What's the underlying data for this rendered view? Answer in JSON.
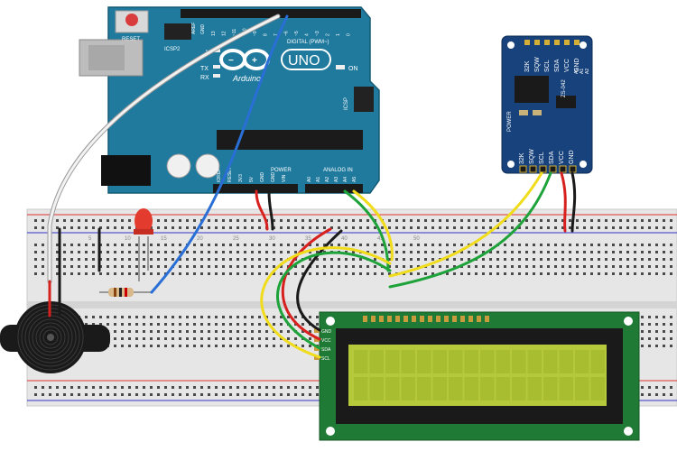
{
  "arduino": {
    "board_name": "UNO",
    "brand": "Arduino",
    "reset_label": "RESET",
    "icsp2_label": "ICSP2",
    "icsp_label": "ICSP",
    "tx_label": "TX",
    "rx_label": "RX",
    "l_label": "L",
    "on_label": "ON",
    "digital_label": "DIGITAL (PWM~)",
    "analog_label": "ANALOG IN",
    "power_label": "POWER",
    "aref_label": "AREF",
    "gnd_label": "GND",
    "tx0_label": "TX0",
    "rx0_label": "RX0",
    "digital_pins": [
      "13",
      "12",
      "~11",
      "~10",
      "~9",
      "8",
      "7",
      "~6",
      "~5",
      "4",
      "~3",
      "2",
      "1",
      "0"
    ],
    "power_pins": [
      "IOREF",
      "RESET",
      "3V3",
      "5V",
      "GND",
      "GND",
      "VIN"
    ],
    "analog_pins": [
      "A0",
      "A1",
      "A2",
      "A3",
      "A4",
      "A5"
    ]
  },
  "rtc": {
    "model": "ZS-042",
    "power_label": "POWER",
    "top_pins": [
      "32K",
      "SQW",
      "SCL",
      "SDA",
      "VCC",
      "GND"
    ],
    "side_pins": [
      "A0",
      "A1",
      "A2"
    ],
    "bottom_pins": [
      "32K",
      "SQW",
      "SCL",
      "SDA",
      "VCC",
      "GND"
    ]
  },
  "lcd": {
    "pins": [
      "GND",
      "VCC",
      "SDA",
      "SCL"
    ],
    "backlight_color": "#b5c93a"
  },
  "breadboard": {
    "column_numbers": [
      "5",
      "10",
      "15",
      "20",
      "25",
      "30",
      "35",
      "40",
      "45",
      "50"
    ]
  },
  "colors": {
    "board": "#1f7a9e",
    "rtc_board": "#17427c",
    "lcd_pcb": "#1e7a34",
    "wire_red": "#d6211f",
    "wire_black": "#1a1a1a",
    "wire_yellow": "#f0dc1a",
    "wire_green": "#1ea33a",
    "wire_blue": "#2a6fd6",
    "wire_white": "#f2f2f2",
    "led": "#e33b2e"
  }
}
